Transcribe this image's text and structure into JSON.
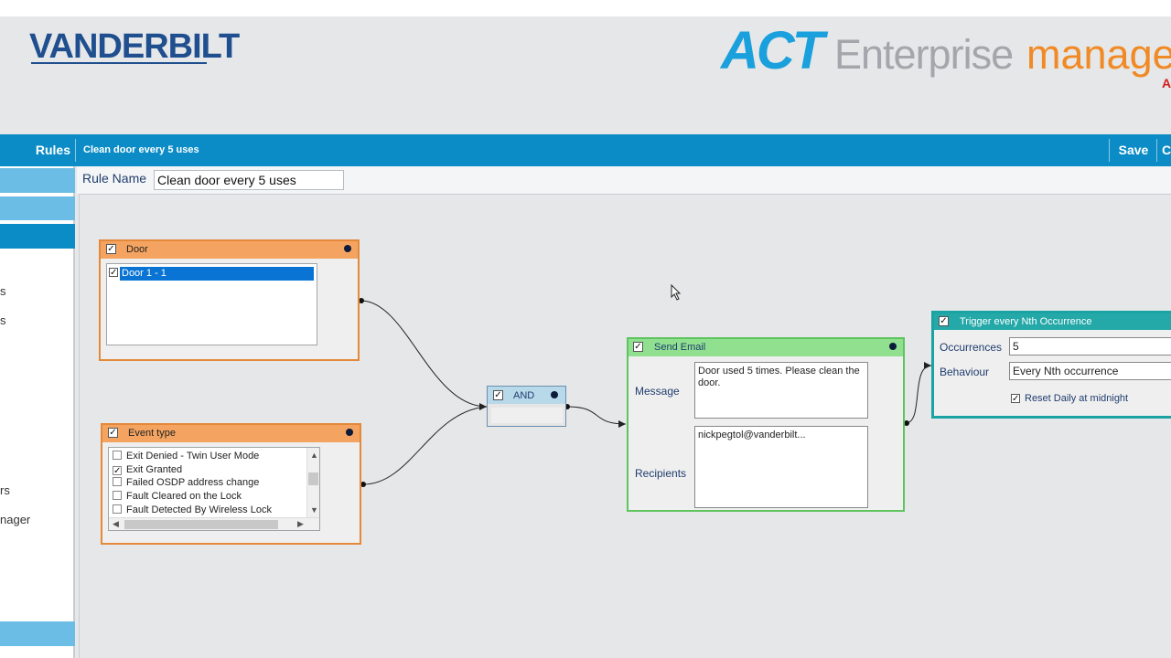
{
  "header": {
    "brand": "VANDERBILT",
    "product_act": "ACT",
    "product_enterprise": "Enterprise",
    "product_manager": "manage",
    "product_suffix": "A"
  },
  "toolbar": {
    "section": "Rules",
    "title": "Clean door every 5 uses",
    "save_label": "Save",
    "next_label": "C"
  },
  "sidebar": {
    "fragments": [
      "s",
      "s",
      "rs",
      "nager"
    ]
  },
  "rule": {
    "name_label": "Rule Name",
    "name_value": "Clean door every 5 uses"
  },
  "nodes": {
    "door": {
      "title": "Door",
      "enabled": true,
      "items": [
        {
          "label": "Door 1 - 1",
          "checked": true,
          "selected": true
        }
      ]
    },
    "event_type": {
      "title": "Event type",
      "enabled": true,
      "items": [
        {
          "label": "Exit Denied - Twin User Mode",
          "checked": false
        },
        {
          "label": "Exit Granted",
          "checked": true
        },
        {
          "label": "Failed OSDP address change",
          "checked": false
        },
        {
          "label": "Fault Cleared on the Lock",
          "checked": false
        },
        {
          "label": "Fault Detected By Wireless Lock",
          "checked": false
        }
      ]
    },
    "and_gate": {
      "title": "AND",
      "enabled": true
    },
    "send_email": {
      "title": "Send Email",
      "enabled": true,
      "message_label": "Message",
      "message_value": "Door used 5 times. Please clean the door.",
      "recipients_label": "Recipients",
      "recipients_value": "nickpegtol@vanderbilt..."
    },
    "trigger": {
      "title": "Trigger every Nth Occurrence",
      "enabled": true,
      "occurrences_label": "Occurrences",
      "occurrences_value": "5",
      "behaviour_label": "Behaviour",
      "behaviour_value": "Every Nth occurrence",
      "reset_label": "Reset Daily at midnight",
      "reset_checked": true
    }
  },
  "colors": {
    "accent_blue": "#0b8cc6",
    "node_orange": "#f4a460",
    "node_green": "#90e090",
    "node_teal": "#24a8a8",
    "brand_orange": "#f08a24"
  }
}
